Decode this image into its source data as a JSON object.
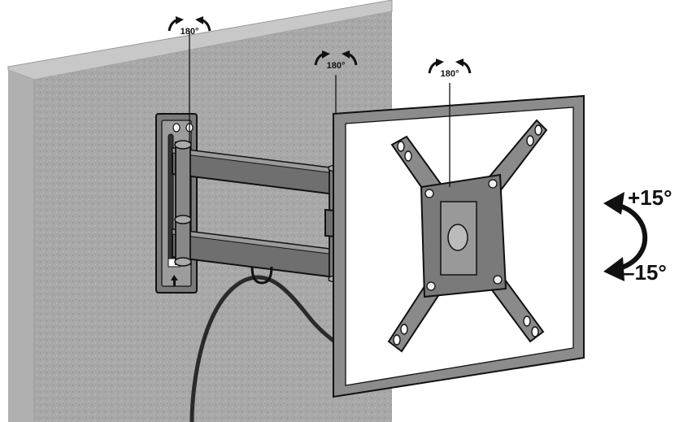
{
  "rotation_labels": {
    "wall_bracket": "180°",
    "arm_joint": "180°",
    "tv_plate": "180°"
  },
  "tilt_labels": {
    "up": "+15°",
    "down": "–15°"
  },
  "colors": {
    "wall": "#a9a9a9",
    "wall_top": "#c9c9c9",
    "metal": "#6f6f6f",
    "metal_light": "#9a9a9a",
    "outline": "#111111",
    "screen_frame": "#8c8c8c",
    "cable": "#2a2a2a"
  }
}
